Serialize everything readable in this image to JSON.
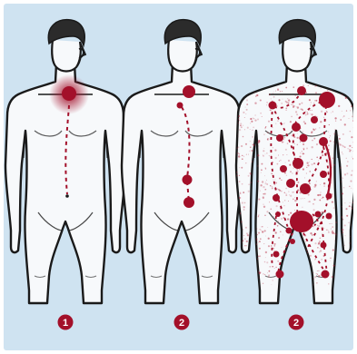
{
  "figures": [
    {
      "badge": "1"
    },
    {
      "badge": "2"
    },
    {
      "badge": "2"
    }
  ],
  "colors": {
    "background": "#cfe3f1",
    "body_fill": "#f7f9fb",
    "outline": "#1a1a1a",
    "hair": "#2b2b2b",
    "marker": "#a3102a",
    "speckle": "#b52a40"
  }
}
